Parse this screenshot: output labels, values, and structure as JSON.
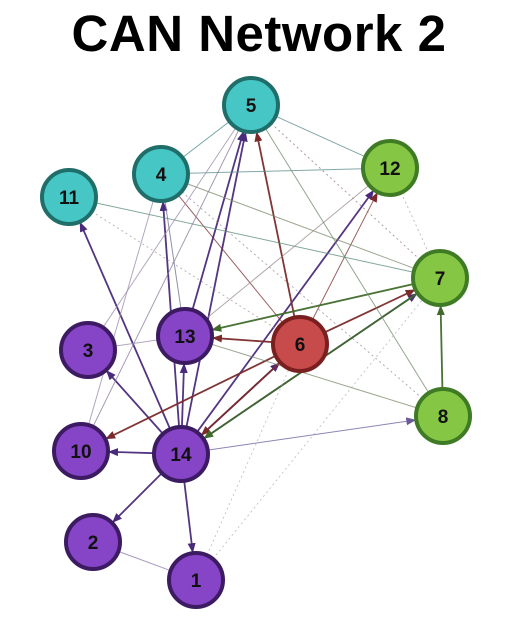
{
  "title": "CAN Network 2",
  "colors": {
    "teal": {
      "fill": "#47c6c6",
      "stroke": "#1f6e6a"
    },
    "green": {
      "fill": "#86c645",
      "stroke": "#3f7a25"
    },
    "purple": {
      "fill": "#8644c6",
      "stroke": "#3c1b62"
    },
    "red": {
      "fill": "#c84b4b",
      "stroke": "#7a1f1f"
    }
  },
  "nodes": [
    {
      "id": "5",
      "group": "teal"
    },
    {
      "id": "4",
      "group": "teal"
    },
    {
      "id": "11",
      "group": "teal"
    },
    {
      "id": "12",
      "group": "green"
    },
    {
      "id": "7",
      "group": "green"
    },
    {
      "id": "8",
      "group": "green"
    },
    {
      "id": "6",
      "group": "red"
    },
    {
      "id": "13",
      "group": "purple"
    },
    {
      "id": "3",
      "group": "purple"
    },
    {
      "id": "10",
      "group": "purple"
    },
    {
      "id": "14",
      "group": "purple"
    },
    {
      "id": "2",
      "group": "purple"
    },
    {
      "id": "1",
      "group": "purple"
    }
  ],
  "edges": [
    {
      "from": "14",
      "to": "11",
      "color": "#4a2a7a",
      "arrow": true,
      "weight": "strong"
    },
    {
      "from": "14",
      "to": "3",
      "color": "#4a2a7a",
      "arrow": true,
      "weight": "strong"
    },
    {
      "from": "14",
      "to": "10",
      "color": "#4a2a7a",
      "arrow": true,
      "weight": "strong"
    },
    {
      "from": "14",
      "to": "2",
      "color": "#4a2a7a",
      "arrow": true,
      "weight": "strong"
    },
    {
      "from": "14",
      "to": "1",
      "color": "#4a2a7a",
      "arrow": true,
      "weight": "strong"
    },
    {
      "from": "14",
      "to": "13",
      "color": "#4a2a7a",
      "arrow": true,
      "weight": "strong"
    },
    {
      "from": "14",
      "to": "4",
      "color": "#4a2a7a",
      "arrow": true,
      "weight": "strong"
    },
    {
      "from": "14",
      "to": "5",
      "color": "#4a2a7a",
      "arrow": true,
      "weight": "strong"
    },
    {
      "from": "14",
      "to": "6",
      "color": "#4a2a7a",
      "arrow": true,
      "weight": "strong"
    },
    {
      "from": "14",
      "to": "7",
      "color": "#4a2a7a",
      "arrow": true,
      "weight": "strong"
    },
    {
      "from": "14",
      "to": "12",
      "color": "#4a2a7a",
      "arrow": true,
      "weight": "strong"
    },
    {
      "from": "14",
      "to": "8",
      "color": "#6a5a9a",
      "arrow": true,
      "weight": "light"
    },
    {
      "from": "13",
      "to": "5",
      "color": "#4a2a7a",
      "arrow": true,
      "weight": "strong"
    },
    {
      "from": "6",
      "to": "13",
      "color": "#7a2a2a",
      "arrow": true,
      "weight": "strong"
    },
    {
      "from": "6",
      "to": "5",
      "color": "#7a2a2a",
      "arrow": true,
      "weight": "strong"
    },
    {
      "from": "6",
      "to": "10",
      "color": "#7a2a2a",
      "arrow": true,
      "weight": "strong"
    },
    {
      "from": "6",
      "to": "14",
      "color": "#7a2a2a",
      "arrow": true,
      "weight": "strong"
    },
    {
      "from": "6",
      "to": "7",
      "color": "#7a2a2a",
      "arrow": true,
      "weight": "strong"
    },
    {
      "from": "6",
      "to": "12",
      "color": "#7a2a2a",
      "arrow": true,
      "weight": "light"
    },
    {
      "from": "6",
      "to": "4",
      "color": "#7a2a2a",
      "arrow": false,
      "weight": "light"
    },
    {
      "from": "7",
      "to": "13",
      "color": "#3f6a2a",
      "arrow": true,
      "weight": "strong"
    },
    {
      "from": "7",
      "to": "14",
      "color": "#3f6a2a",
      "arrow": true,
      "weight": "strong"
    },
    {
      "from": "8",
      "to": "7",
      "color": "#3f6a2a",
      "arrow": true,
      "weight": "strong"
    },
    {
      "from": "7",
      "to": "11",
      "color": "#5a8a7a",
      "arrow": false,
      "weight": "light"
    },
    {
      "from": "7",
      "to": "4",
      "color": "#7a8a6a",
      "arrow": false,
      "weight": "light"
    },
    {
      "from": "7",
      "to": "5",
      "color": "#8a6a6a",
      "arrow": false,
      "weight": "dashed"
    },
    {
      "from": "12",
      "to": "4",
      "color": "#5a8a8a",
      "arrow": false,
      "weight": "light"
    },
    {
      "from": "12",
      "to": "5",
      "color": "#5a8a8a",
      "arrow": false,
      "weight": "light"
    },
    {
      "from": "12",
      "to": "7",
      "color": "#9a9a9a",
      "arrow": false,
      "weight": "dashed"
    },
    {
      "from": "12",
      "to": "13",
      "color": "#9a8a8a",
      "arrow": false,
      "weight": "light"
    },
    {
      "from": "8",
      "to": "5",
      "color": "#6a8a6a",
      "arrow": false,
      "weight": "light"
    },
    {
      "from": "8",
      "to": "13",
      "color": "#7a8a6a",
      "arrow": false,
      "weight": "light"
    },
    {
      "from": "8",
      "to": "4",
      "color": "#8a7a8a",
      "arrow": false,
      "weight": "dashed"
    },
    {
      "from": "5",
      "to": "4",
      "color": "#4a8a8a",
      "arrow": false,
      "weight": "light"
    },
    {
      "from": "5",
      "to": "10",
      "color": "#8a7a9a",
      "arrow": false,
      "weight": "light"
    },
    {
      "from": "5",
      "to": "3",
      "color": "#9a8aaa",
      "arrow": false,
      "weight": "light"
    },
    {
      "from": "4",
      "to": "13",
      "color": "#6a6a8a",
      "arrow": false,
      "weight": "light"
    },
    {
      "from": "11",
      "to": "6",
      "color": "#9a8a8a",
      "arrow": false,
      "weight": "dashed"
    },
    {
      "from": "10",
      "to": "4",
      "color": "#9a8aaa",
      "arrow": false,
      "weight": "light"
    },
    {
      "from": "2",
      "to": "1",
      "color": "#8a7aaa",
      "arrow": false,
      "weight": "light"
    },
    {
      "from": "1",
      "to": "7",
      "color": "#aaaaaa",
      "arrow": false,
      "weight": "dashed"
    },
    {
      "from": "1",
      "to": "6",
      "color": "#aaaaaa",
      "arrow": false,
      "weight": "dashed"
    },
    {
      "from": "3",
      "to": "13",
      "color": "#9a8aaa",
      "arrow": false,
      "weight": "light"
    }
  ]
}
